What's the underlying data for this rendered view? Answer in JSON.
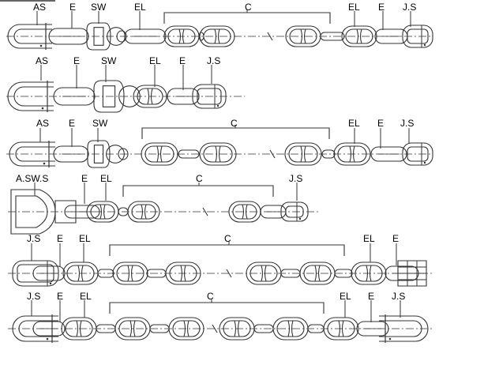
{
  "rows": [
    {
      "labels": [
        {
          "text": "AS"
        },
        {
          "text": "E"
        },
        {
          "text": "SW"
        },
        {
          "text": "EL"
        },
        {
          "text": "C"
        },
        {
          "text": "EL"
        },
        {
          "text": "E"
        },
        {
          "text": "J.S"
        }
      ]
    },
    {
      "labels": [
        {
          "text": "AS"
        },
        {
          "text": "E"
        },
        {
          "text": "SW"
        },
        {
          "text": "EL"
        },
        {
          "text": "E"
        },
        {
          "text": "J.S"
        }
      ]
    },
    {
      "labels": [
        {
          "text": "AS"
        },
        {
          "text": "E"
        },
        {
          "text": "SW"
        },
        {
          "text": "C"
        },
        {
          "text": "EL"
        },
        {
          "text": "E"
        },
        {
          "text": "J.S"
        }
      ]
    },
    {
      "labels": [
        {
          "text": "A.SW.S"
        },
        {
          "text": "E"
        },
        {
          "text": "EL"
        },
        {
          "text": "C"
        },
        {
          "text": "J.S"
        }
      ]
    },
    {
      "labels": [
        {
          "text": "J.S"
        },
        {
          "text": "E"
        },
        {
          "text": "EL"
        },
        {
          "text": "C"
        },
        {
          "text": "EL"
        },
        {
          "text": "E"
        }
      ]
    },
    {
      "labels": [
        {
          "text": "J.S"
        },
        {
          "text": "E"
        },
        {
          "text": "EL"
        },
        {
          "text": "C"
        },
        {
          "text": "EL"
        },
        {
          "text": "E"
        },
        {
          "text": "J.S"
        }
      ]
    }
  ],
  "colors": {
    "line": "#333333",
    "background": "#ffffff"
  }
}
